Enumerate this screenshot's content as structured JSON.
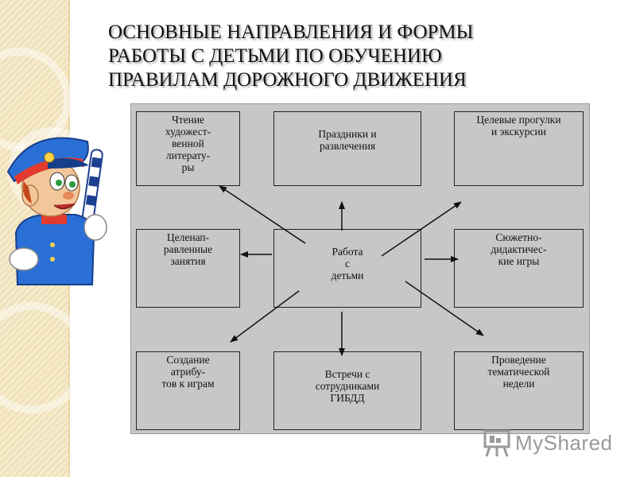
{
  "title": {
    "line1": "ОСНОВНЫЕ НАПРАВЛЕНИЯ И ФОРМЫ",
    "line2": "РАБОТЫ С ДЕТЬМИ ПО ОБУЧЕНИЮ",
    "line3": "ПРАВИЛАМ ДОРОЖНОГО ДВИЖЕНИЯ"
  },
  "nodes": {
    "reading": "Чтение\nхудожест-\nвенной\nлитерату-\nры",
    "holidays": "Праздники и\nразвлечения",
    "walks": "Целевые прогулки\nи экскурсии",
    "lessons": "Целенап-\nравленные\nзанятия",
    "center": "Работа\nс\nдетьми",
    "games": "Сюжетно-\nдидактичес-\nкие игры",
    "attributes": "Создание\nатрибу-\nтов к играм",
    "meetings": "Встречи с\nсотрудниками\nГИБДД",
    "week": "Проведение\nтематической\nнедели"
  },
  "watermark": {
    "text": "MyShared",
    "icon": "presentation-board-icon"
  },
  "illustration": {
    "description_icon": "traffic-police-boy-mascot"
  },
  "colors": {
    "diagram_bg": "#c7c7c7",
    "stripe": "#f3e6c2",
    "police_blue": "#2a6fd6",
    "hat_band": "#e23b2e"
  }
}
